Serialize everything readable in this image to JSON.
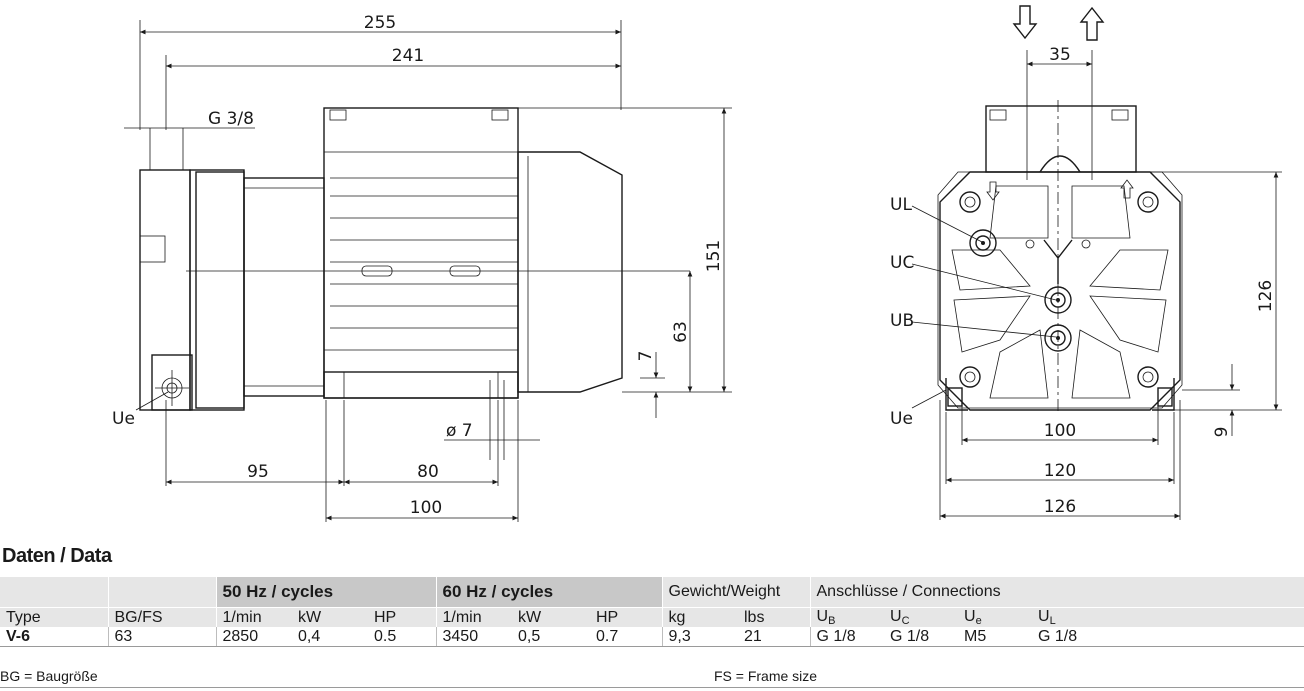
{
  "drawing": {
    "side_view": {
      "dim_total_length": "255",
      "dim_body_length": "241",
      "dim_thread": "G 3/8",
      "dim_height": "151",
      "dim_axis_height": "63",
      "dim_foot": "7",
      "dim_hole": "ø 7",
      "dim_front_to_hole": "95",
      "dim_hole_spacing": "80",
      "dim_foot_length": "100",
      "label_ue": "Ue"
    },
    "front_view": {
      "dim_port_spacing": "35",
      "dim_height": "126",
      "dim_foot": "9",
      "dim_hole_spacing": "100",
      "dim_foot_width": "120",
      "dim_total_width": "126",
      "label_ul": "UL",
      "label_uc": "UC",
      "label_ub": "UB",
      "label_ue": "Ue"
    }
  },
  "heading": "Daten / Data",
  "table": {
    "group_50hz": "50 Hz / cycles",
    "group_60hz": "60 Hz / cycles",
    "group_weight": "Gewicht/Weight",
    "group_connections": "Anschlüsse / Connections",
    "col_type": "Type",
    "col_bgfs": "BG/FS",
    "col_rpm50": "1/min",
    "col_kw50": "kW",
    "col_hp50": "HP",
    "col_rpm60": "1/min",
    "col_kw60": "kW",
    "col_hp60": "HP",
    "col_kg": "kg",
    "col_lbs": "lbs",
    "col_ub": "U",
    "col_ub_sub": "B",
    "col_uc": "U",
    "col_uc_sub": "C",
    "col_ue": "U",
    "col_ue_sub": "e",
    "col_ul": "U",
    "col_ul_sub": "L",
    "row": {
      "type": "V-6",
      "bgfs": "63",
      "rpm50": "2850",
      "kw50": "0,4",
      "hp50": "0.5",
      "rpm60": "3450",
      "kw60": "0,5",
      "hp60": "0.7",
      "kg": "9,3",
      "lbs": "21",
      "ub": "G 1/8",
      "uc": "G 1/8",
      "ue": "M5",
      "ul": "G 1/8"
    }
  },
  "footnote": {
    "bg": "BG = Baugröße",
    "fs": "FS = Frame size"
  }
}
